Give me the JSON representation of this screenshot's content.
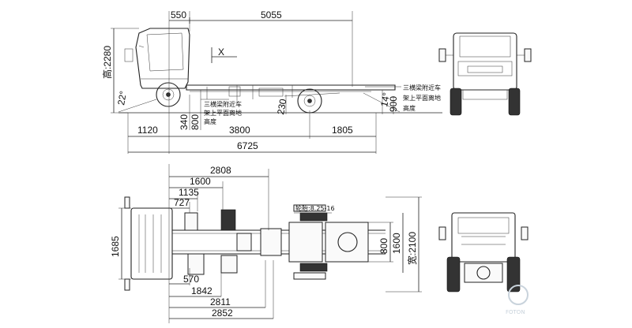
{
  "side_view": {
    "top_dims": [
      "550",
      "5055"
    ],
    "height_dim": "高:2280",
    "angle_front": "22°",
    "angle_rear": "14°",
    "rear_height": "900",
    "wheel_height": "340",
    "ground_clear": "800",
    "ground_clear_rear": "230",
    "section_mark": "X",
    "bottom_dims": [
      "1120",
      "3800",
      "1805"
    ],
    "overall": "6725",
    "note_mid": [
      "三横梁附近车",
      "架上平面离地",
      "高度"
    ],
    "note_right": [
      "三横梁附近车",
      "架上平面离地",
      "高度"
    ]
  },
  "plan_view": {
    "top_dims": [
      "2808",
      "1600",
      "1135",
      "727"
    ],
    "bottom_dims": [
      "570",
      "1842",
      "2811",
      "2852"
    ],
    "width_left": "1685",
    "right_dims": [
      "800",
      "1600",
      "宽:2100"
    ],
    "tire_label": "轮胎:8.25-16"
  },
  "watermark": "FOTON"
}
